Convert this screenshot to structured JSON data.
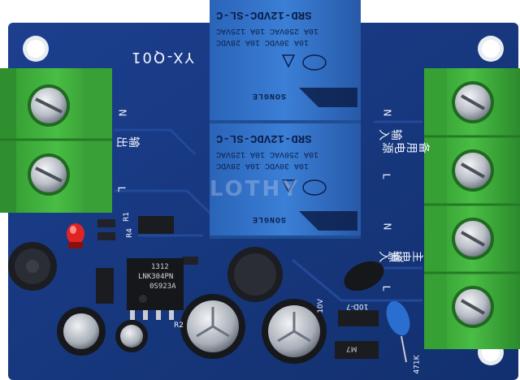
{
  "board": {
    "model_id": "YX-Q01",
    "watermark": "LOTHY",
    "colors": {
      "pcb": "#17357a",
      "relay": "#2f6fc7",
      "terminal": "#3aa83a",
      "screw": "#c8ccd2"
    }
  },
  "relays": [
    {
      "model": "SRD-12VDC-SL-C",
      "spec_line1": "10A 250VAC  10A 125VAC",
      "spec_line2": "10A 30VDC  10A 28VDC",
      "brand": "SONGLE"
    },
    {
      "model": "SRD-12VDC-SL-C",
      "spec_line1": "10A 250VAC  10A 125VAC",
      "spec_line2": "10A 30VDC  10A 28VDC",
      "brand": "SONGLE"
    }
  ],
  "labels": {
    "output_cn": "输出",
    "output_n": "N",
    "output_l": "L",
    "backup_cn": "备用电源",
    "backup_in": "输入",
    "main_cn": "主电源",
    "main_in": "输入",
    "in_n": "N",
    "in_l": "L",
    "r4": "R4",
    "r1": "R1",
    "r2": "R2",
    "mark_10d": "10D-7",
    "mark_471k": "471K",
    "mark_m7": "M7",
    "mark_10v": "10V"
  },
  "ic": {
    "line1": "1312",
    "line2": "LNK304PN",
    "line3": "0S923A"
  }
}
